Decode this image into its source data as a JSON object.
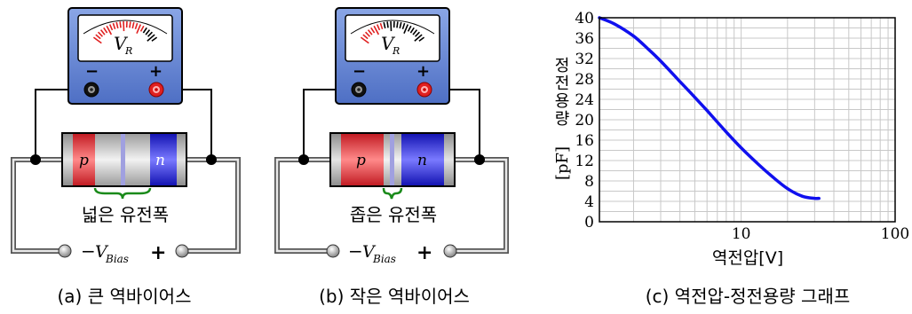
{
  "panels": [
    {
      "meter_label": "V",
      "meter_sub": "R",
      "minus": "−",
      "plus": "+",
      "p_label": "p",
      "n_label": "n",
      "width_text": "넓은 유전폭",
      "bias_minus": "−",
      "bias_symbol": "V",
      "bias_sub": "Bias",
      "bias_plus": "+",
      "caption": "(a) 큰 역바이어스"
    },
    {
      "meter_label": "V",
      "meter_sub": "R",
      "minus": "−",
      "plus": "+",
      "p_label": "p",
      "n_label": "n",
      "width_text": "좁은 유전폭",
      "bias_minus": "−",
      "bias_symbol": "V",
      "bias_sub": "Bias",
      "bias_plus": "+",
      "caption": "(b) 작은 역바이어스"
    }
  ],
  "chart_caption": "(c) 역전압-정전용량 그래프",
  "colors": {
    "p_region": "#e8303a",
    "n_region": "#2a2ae8",
    "meter_body": "#6f8fd8",
    "brace": "#1a8a1a",
    "curve": "#1010ee",
    "red_terminal": "#e02020"
  },
  "chart_data": {
    "type": "line",
    "xscale": "log",
    "xlabel": "역전압[V]",
    "ylabel": "정전용량[pF]",
    "xticks": [
      "10",
      "100"
    ],
    "yticks": [
      "0",
      "4",
      "8",
      "12",
      "16",
      "20",
      "24",
      "28",
      "32",
      "36",
      "40"
    ],
    "xlim": [
      1.2,
      100
    ],
    "ylim": [
      0,
      40
    ],
    "grid": true,
    "series": [
      {
        "x": [
          1.2,
          1.5,
          2,
          2.5,
          3,
          4,
          5,
          6,
          8,
          10,
          13,
          16,
          20,
          25,
          30,
          32
        ],
        "y": [
          40,
          38.8,
          36.4,
          33.8,
          31.5,
          27.5,
          24.4,
          21.8,
          17.6,
          14.5,
          11.2,
          8.8,
          6.5,
          5.0,
          4.6,
          4.6
        ]
      }
    ]
  }
}
